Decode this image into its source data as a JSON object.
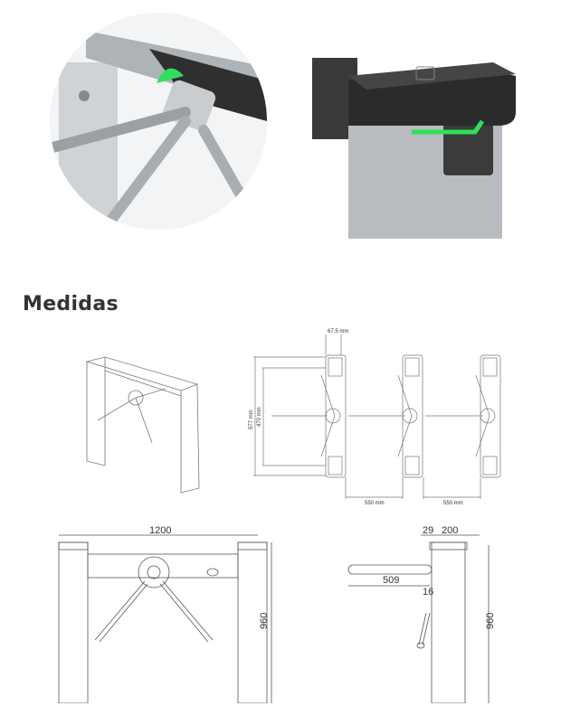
{
  "section_title": "Medidas",
  "top_view": {
    "width_label": "67.5 mm",
    "height_outer": "577 mm",
    "height_inner": "470 mm",
    "spacing_1": "550 mm",
    "spacing_2": "550 mm"
  },
  "front_view": {
    "width": "1200",
    "height": "960"
  },
  "side_view": {
    "offset": "29",
    "depth": "200",
    "arm_length": "509",
    "arm_gap": "16",
    "height": "960"
  },
  "colors": {
    "indicator_green": "#2ee05a",
    "steel": "#b8bcc0",
    "cap": "#2b2b2b"
  }
}
